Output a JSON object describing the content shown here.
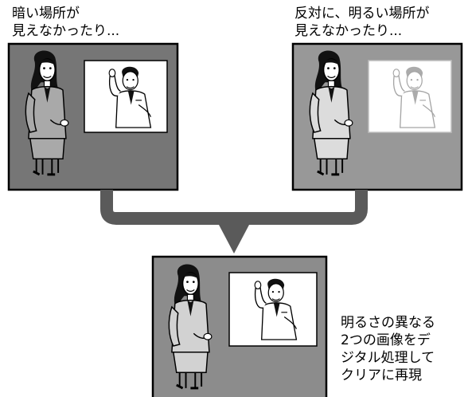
{
  "captions": {
    "dark_scene": "暗い場所が\n見えなかったり...",
    "bright_scene": "反対に、明るい場所が\n見えなかったり...",
    "result": "明るさの異なる\n2つの画像をデ\nジタル処理して\nクリアに再現"
  },
  "colors": {
    "dark_bg": "#767676",
    "bright_bg": "#989898",
    "result_bg": "#8c8c8c",
    "arrow": "#5a5a5a",
    "woman_dark": "#a9a9a9",
    "woman_bright": "#dcdcdc",
    "woman_result": "#d2d2d2"
  }
}
